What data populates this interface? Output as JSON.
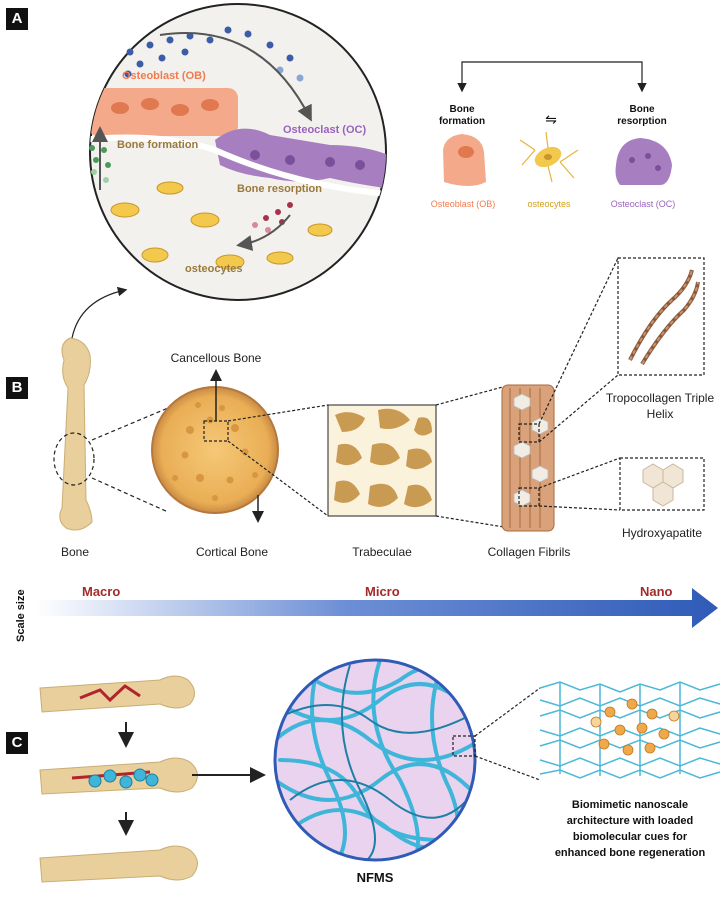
{
  "panels": {
    "a": "A",
    "b": "B",
    "c": "C"
  },
  "panel_a": {
    "osteoblast_label": "Osteoblast (OB)",
    "osteoclast_label": "Osteoclast (OC)",
    "bone_formation_label": "Bone formation",
    "bone_resorption_label": "Bone resorption",
    "osteocytes_label": "osteocytes",
    "legend": {
      "formation_line1": "Bone",
      "formation_line2": "formation",
      "resorption_line1": "Bone",
      "resorption_line2": "resorption",
      "exchange_symbol": "⇋",
      "ob": "Osteoblast (OB)",
      "osteocytes": "osteocytes",
      "oc": "Osteoclast (OC)"
    }
  },
  "panel_b": {
    "cancellous": "Cancellous Bone",
    "bone": "Bone",
    "cortical": "Cortical Bone",
    "trabeculae": "Trabeculae",
    "collagen_fibrils": "Collagen Fibrils",
    "tropocollagen_line1": "Tropocollagen Triple",
    "tropocollagen_line2": "Helix",
    "hydroxyapatite": "Hydroxyapatite"
  },
  "scale": {
    "label": "Scale size",
    "macro": "Macro",
    "micro": "Micro",
    "nano": "Nano"
  },
  "panel_c": {
    "nfms": "NFMS",
    "caption_lines": [
      "Biomimetic nanoscale",
      "architecture with loaded",
      "biomolecular cues for",
      "enhanced bone regeneration"
    ]
  },
  "colors": {
    "osteoblast": "#f4a98a",
    "osteoclast": "#a77fc0",
    "osteocyte": "#f2c94c",
    "bone": "#e8cf9c",
    "scale_dark": "#2f5bb7",
    "scale_text": "#a52a2a",
    "fiber": "#3fb6d9"
  }
}
